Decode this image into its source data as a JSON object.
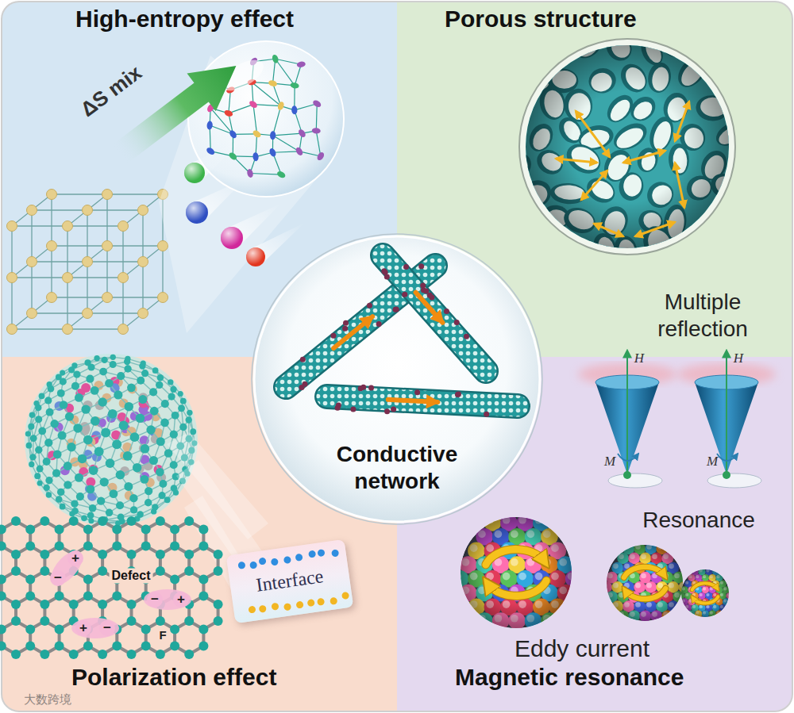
{
  "diagram": {
    "nodes": [
      {
        "text": [
          "High-entropy effect"
        ]
      },
      {
        "text": [
          "Porous structure"
        ]
      },
      {
        "text": [
          "Conductive network"
        ]
      },
      {
        "text": [
          "Polarization effect"
        ]
      },
      {
        "text": [
          "Interface"
        ],
        "in": 3
      },
      {
        "text": [
          "Magnetic resonance"
        ]
      }
    ],
    "labels": [
      "ΔS mix",
      "Multiple reflection",
      "H",
      "H",
      "M",
      "M",
      "Resonance",
      "+",
      "−",
      "Defect",
      "−",
      "+",
      "+",
      "−",
      "F",
      "Eddy current",
      "大数跨境"
    ]
  }
}
